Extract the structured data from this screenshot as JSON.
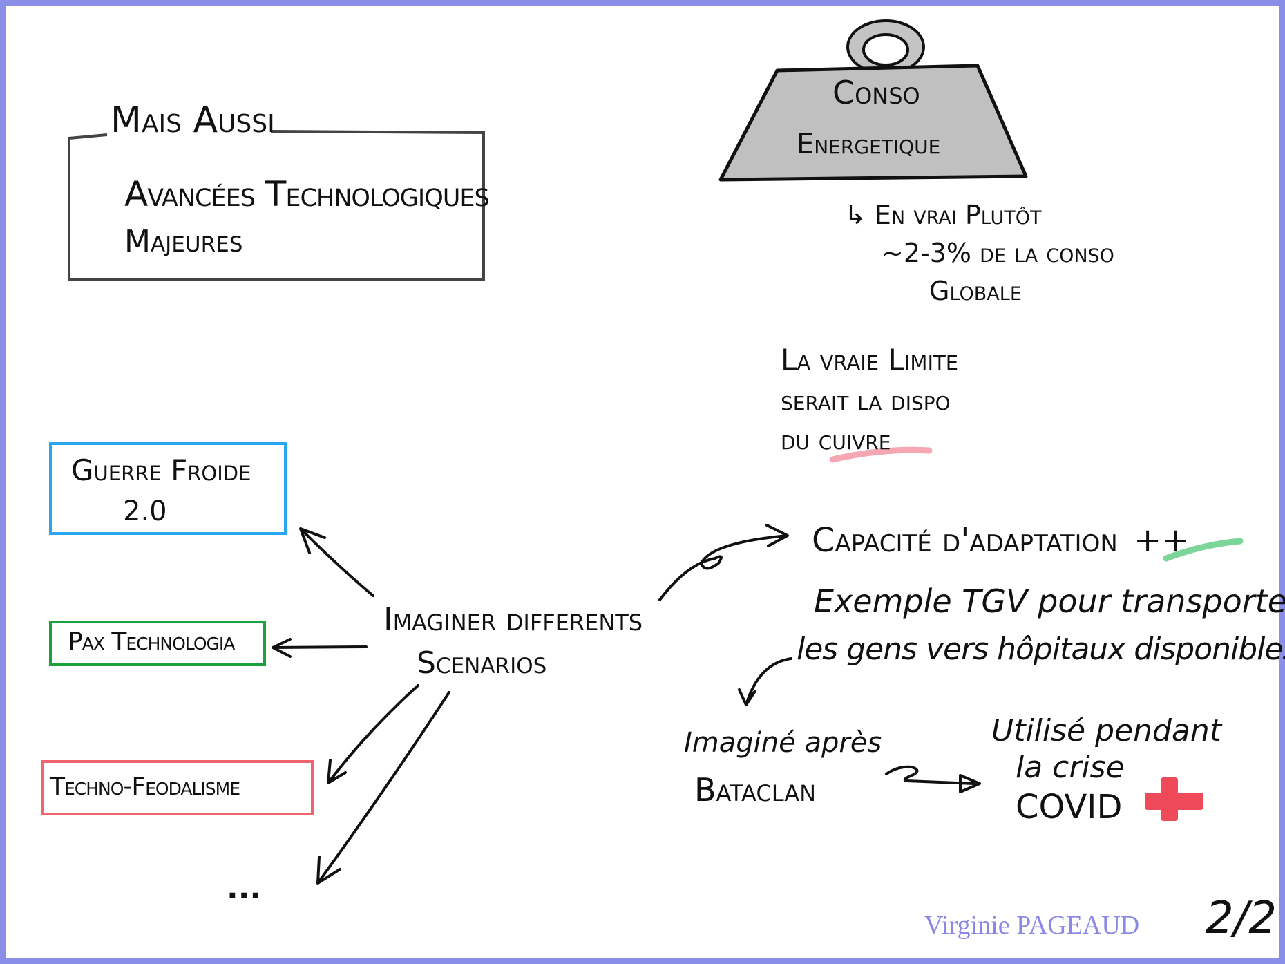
{
  "colors": {
    "frame": "#8a8ee6",
    "weight_fill": "#c0c0c0",
    "box_blue": "#2aa7f0",
    "box_green": "#1aa33c",
    "box_red": "#f06470",
    "underline_pink": "#f5a7b4",
    "underline_green": "#7cd69a",
    "cross_red": "#ee4a5a",
    "author": "#8a88e6"
  },
  "mais_aussi": {
    "title": "Mais Aussi",
    "line1": "Avancées Technologiques",
    "line2": "Majeures"
  },
  "weight": {
    "icon": "weight-icon",
    "line1": "Conso",
    "line2": "Energetique"
  },
  "en_vrai": {
    "line1": "↳ En vrai Plutôt",
    "line2": "~2-3% de la conso",
    "line3": "Globale"
  },
  "limite": {
    "line1": "La vraie Limite",
    "line2": "serait la dispo",
    "line3_prefix": "du",
    "line3_word": "cuivre"
  },
  "scenarios": {
    "center_line1": "Imaginer differents",
    "center_line2": "Scenarios",
    "guerre_line1": "Guerre Froide",
    "guerre_line2": "2.0",
    "pax": "Pax Technologia",
    "techno": "Techno-Feodalisme",
    "ellipsis": "..."
  },
  "adaptation": {
    "title": "Capacité d'adaptation",
    "plus": "++",
    "example_line1": "Exemple TGV pour transporter",
    "example_line2": "les gens vers hôpitaux disponibles",
    "imagine_line1": "Imaginé après",
    "imagine_line2": "Bataclan",
    "utilise_line1": "Utilisé pendant",
    "utilise_line2": "la crise",
    "utilise_line3": "COVID",
    "cross_icon": "red-cross-icon"
  },
  "footer": {
    "author": "Virginie PAGEAUD",
    "page": "2/2"
  }
}
